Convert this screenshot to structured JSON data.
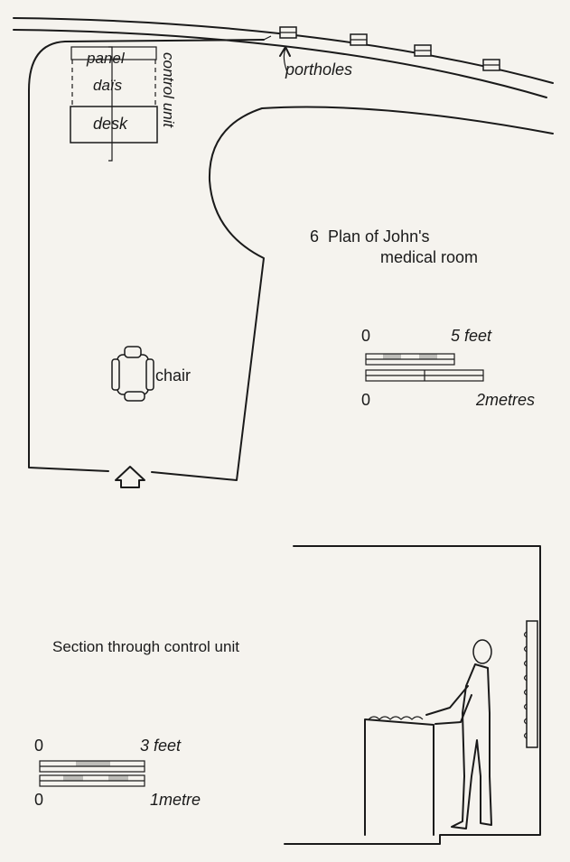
{
  "plan": {
    "labels": {
      "panel": "panel",
      "dais": "daïs",
      "desk": "desk",
      "control_unit": "control unit",
      "portholes": "portholes",
      "chair": "chair"
    },
    "caption_line1": "6  Plan of John's",
    "caption_line2": "medical room",
    "scale_feet": {
      "zero": "0",
      "end": "5 feet"
    },
    "scale_metres": {
      "zero": "0",
      "end": "2metres"
    }
  },
  "section": {
    "caption": "Section through control unit",
    "scale_feet": {
      "zero": "0",
      "end": "3 feet"
    },
    "scale_metres": {
      "zero": "0",
      "end": "1metre"
    }
  },
  "colors": {
    "ink": "#1a1a1a",
    "paper": "#f5f3ee"
  }
}
